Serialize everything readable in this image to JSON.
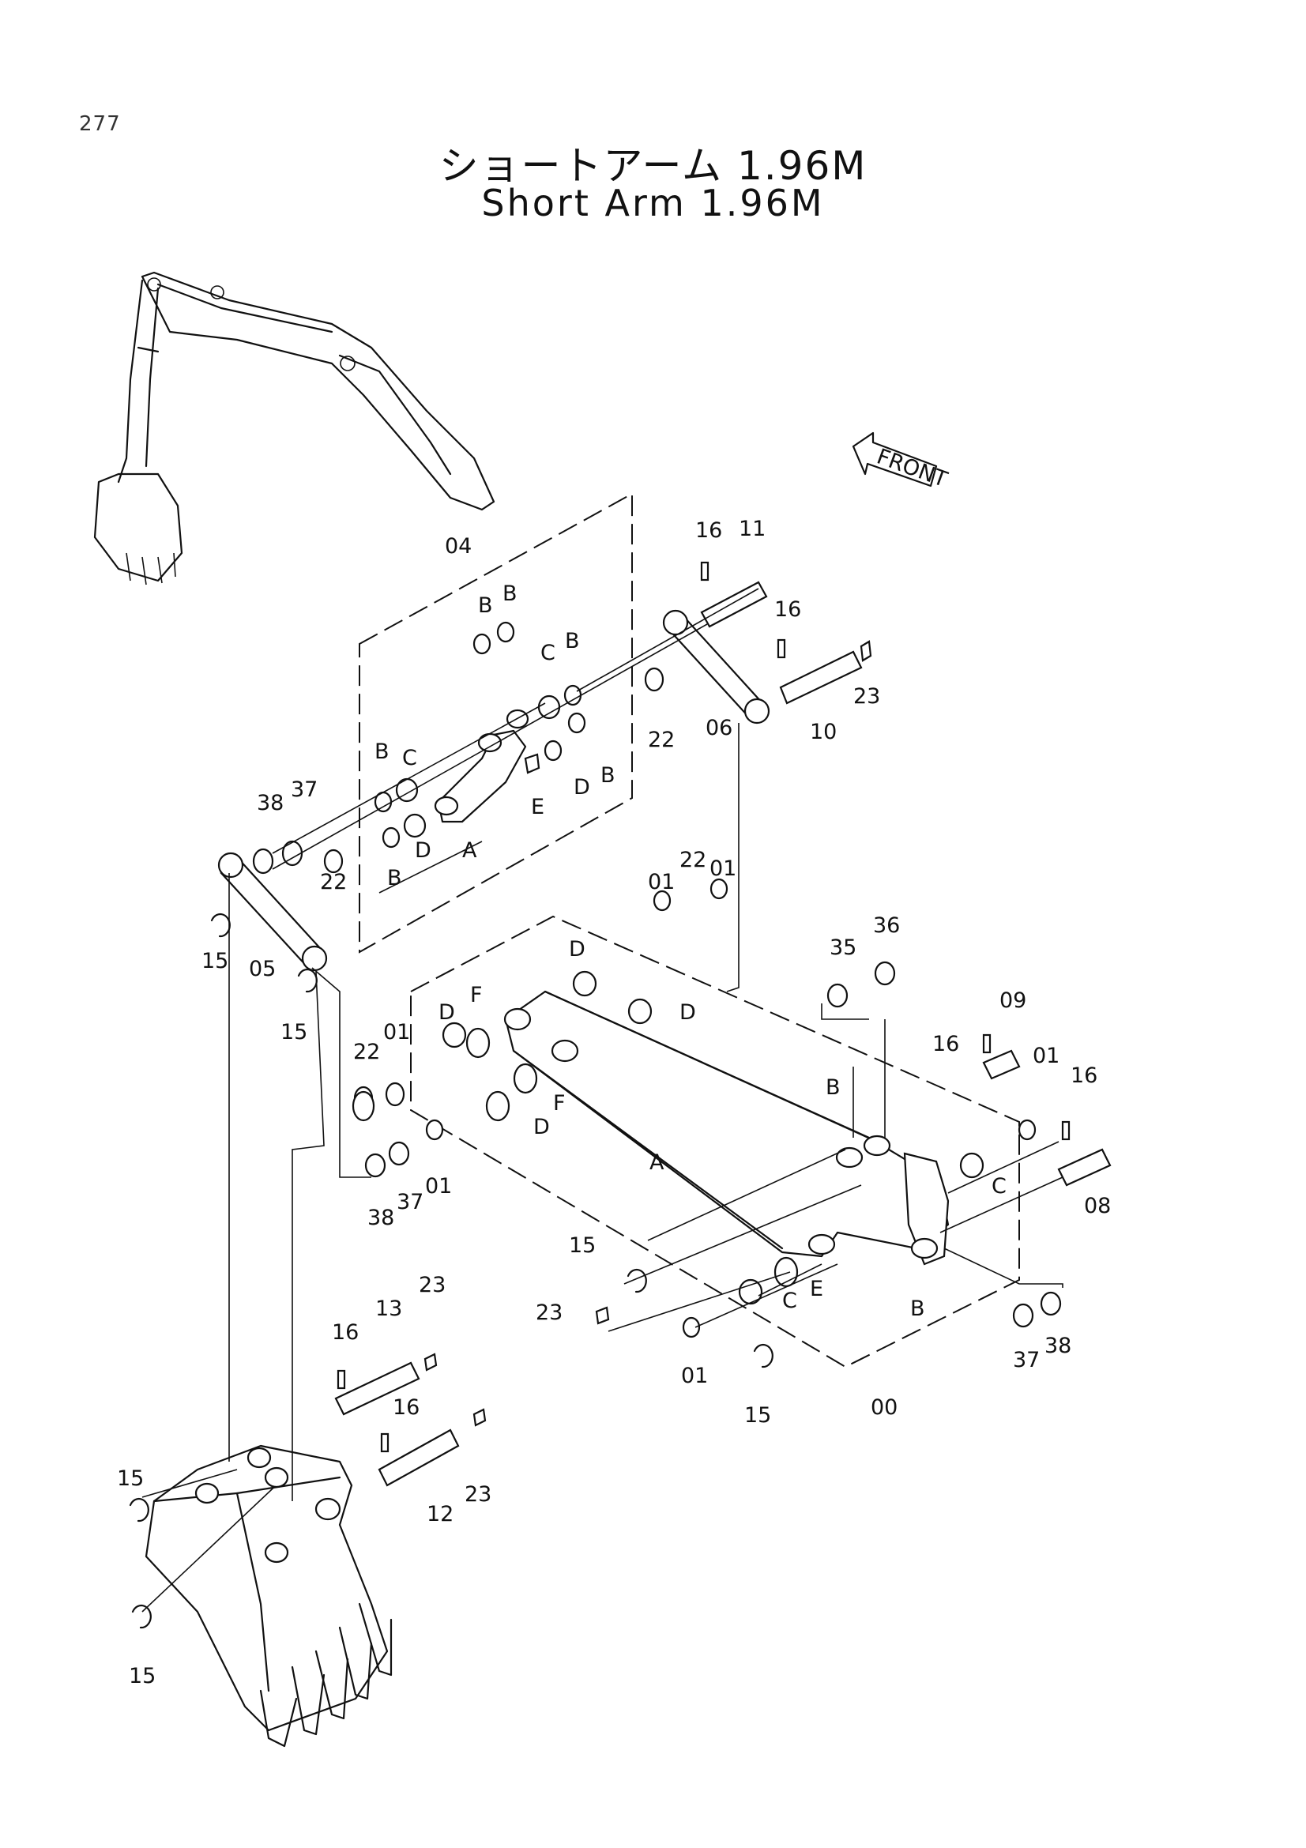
{
  "page_number": "277",
  "title_jp": "ショートアーム 1.96M",
  "title_en": "Short Arm 1.96M",
  "front_label": "FRONT",
  "callouts": {
    "c04": "04",
    "c05": "05",
    "c06": "06",
    "c00": "00",
    "c01": "01",
    "c08": "08",
    "c09": "09",
    "c10": "10",
    "c11": "11",
    "c12": "12",
    "c13": "13",
    "c15": "15",
    "c16": "16",
    "c22": "22",
    "c23": "23",
    "c35": "35",
    "c36": "36",
    "c37": "37",
    "c38": "38",
    "A": "A",
    "B": "B",
    "C": "C",
    "D": "D",
    "E": "E",
    "F": "F"
  }
}
